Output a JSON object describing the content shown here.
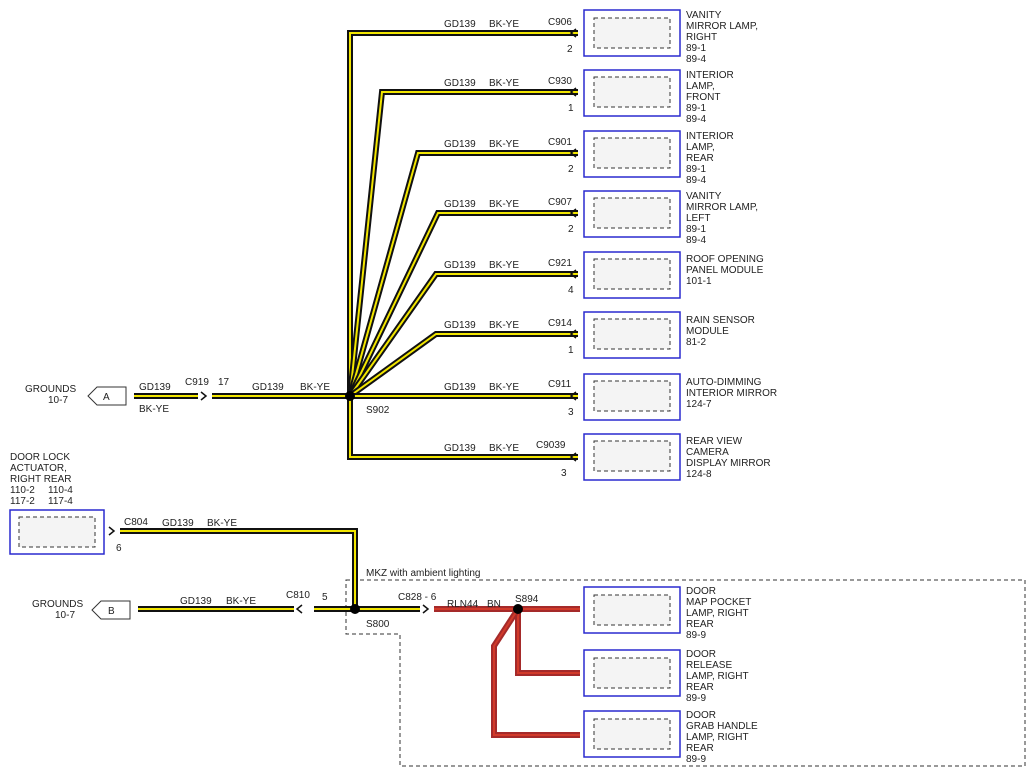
{
  "colors": {
    "wire_black": "#111111",
    "wire_yellow": "#f2e600",
    "wire_brown": "#a52a2a",
    "wire_brown_core": "#d13a2a",
    "component_border": "#2a2acf",
    "component_fill": "#f4f4f4",
    "dashed": "#333333",
    "splice_dot": "#000000"
  },
  "icons": {
    "ground_flag": "pentagon-flag-icon",
    "connector_arrow": "chevron-arrow-icon",
    "splice": "filled-dot-icon"
  },
  "splices": {
    "s902": "S902",
    "s800": "S800",
    "s894": "S894"
  },
  "branches": [
    {
      "wire": "GD139",
      "color": "BK-YE",
      "connector": "C906",
      "pin": "2",
      "label": [
        "VANITY",
        "MIRROR LAMP,",
        "RIGHT",
        "89-1",
        "89-4"
      ]
    },
    {
      "wire": "GD139",
      "color": "BK-YE",
      "connector": "C930",
      "pin": "1",
      "label": [
        "INTERIOR",
        "LAMP,",
        "FRONT",
        "89-1",
        "89-4"
      ]
    },
    {
      "wire": "GD139",
      "color": "BK-YE",
      "connector": "C901",
      "pin": "2",
      "label": [
        "INTERIOR",
        "LAMP,",
        "REAR",
        "89-1",
        "89-4"
      ]
    },
    {
      "wire": "GD139",
      "color": "BK-YE",
      "connector": "C907",
      "pin": "2",
      "label": [
        "VANITY",
        "MIRROR LAMP,",
        "LEFT",
        "89-1",
        "89-4"
      ]
    },
    {
      "wire": "GD139",
      "color": "BK-YE",
      "connector": "C921",
      "pin": "4",
      "label": [
        "ROOF OPENING",
        "PANEL MODULE",
        "101-1"
      ]
    },
    {
      "wire": "GD139",
      "color": "BK-YE",
      "connector": "C914",
      "pin": "1",
      "label": [
        "RAIN SENSOR",
        "MODULE",
        "81-2"
      ]
    },
    {
      "wire": "GD139",
      "color": "BK-YE",
      "connector": "C911",
      "pin": "3",
      "label": [
        "AUTO-DIMMING",
        "INTERIOR MIRROR",
        "124-7"
      ]
    },
    {
      "wire": "GD139",
      "color": "BK-YE",
      "connector": "C9039",
      "pin": "3",
      "label": [
        "REAR VIEW",
        "CAMERA",
        "DISPLAY MIRROR",
        "124-8"
      ]
    }
  ],
  "ground_a": {
    "label": "GROUNDS",
    "ref": "10-7",
    "flag": "A",
    "wire": "GD139",
    "color": "BK-YE",
    "connector": "C919",
    "pin": "17",
    "wire2": "GD139",
    "color2": "BK-YE"
  },
  "door_lock": {
    "label": [
      "DOOR LOCK",
      "ACTUATOR,",
      "RIGHT REAR"
    ],
    "refs_left": [
      "110-2",
      "117-2"
    ],
    "refs_right": [
      "110-4",
      "117-4"
    ],
    "connector": "C804",
    "pin": "6",
    "wire": "GD139",
    "color": "BK-YE"
  },
  "ground_b": {
    "label": "GROUNDS",
    "ref": "10-7",
    "flag": "B",
    "wire": "GD139",
    "color": "BK-YE",
    "connector": "C810",
    "pin": "5"
  },
  "ambient": {
    "note": "MKZ with ambient lighting",
    "connector": "C828 - 6",
    "wire": "RLN44",
    "color": "BN"
  },
  "lamps": [
    {
      "label": [
        "DOOR",
        "MAP POCKET",
        "LAMP, RIGHT",
        "REAR",
        "89-9"
      ]
    },
    {
      "label": [
        "DOOR",
        "RELEASE",
        "LAMP, RIGHT",
        "REAR",
        "89-9"
      ]
    },
    {
      "label": [
        "DOOR",
        "GRAB HANDLE",
        "LAMP, RIGHT",
        "REAR",
        "89-9"
      ]
    }
  ]
}
